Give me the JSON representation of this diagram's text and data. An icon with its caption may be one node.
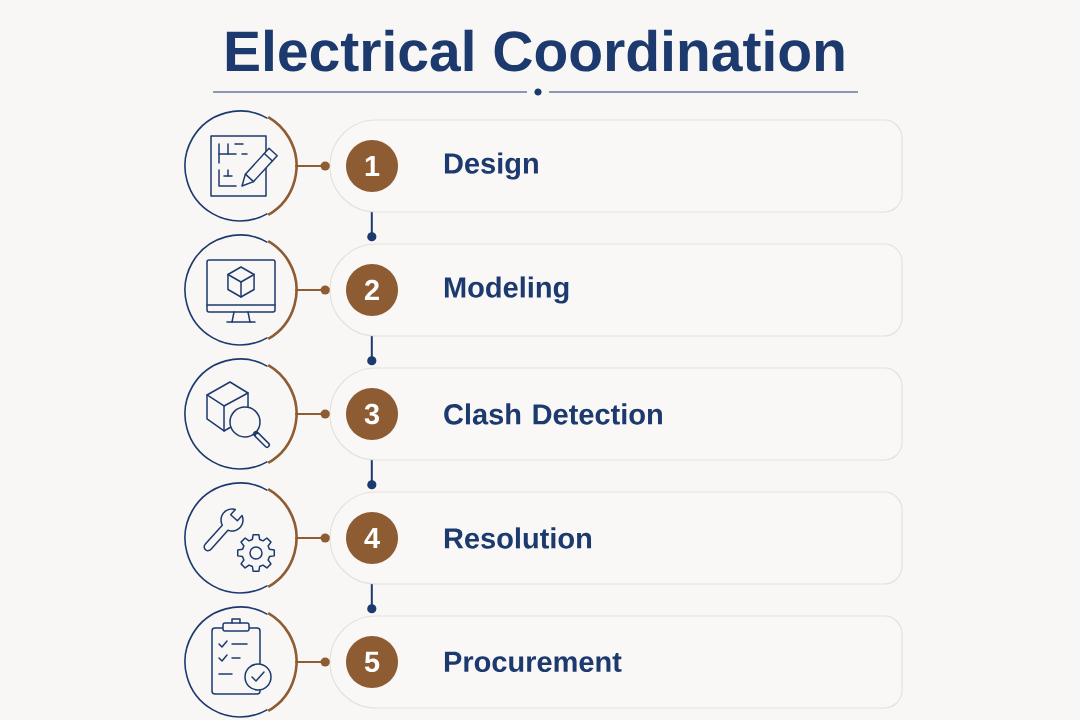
{
  "diagram": {
    "title": "Electrical Coordination",
    "nodes": [
      {
        "text": [],
        "shape": "circle"
      },
      {
        "text": [
          "Design"
        ]
      },
      {
        "text": [
          "1"
        ],
        "in": 1
      },
      {
        "text": [],
        "shape": "circle"
      },
      {
        "text": [
          "Modeling"
        ]
      },
      {
        "text": [
          "2"
        ],
        "in": 4
      },
      {
        "text": [],
        "shape": "circle"
      },
      {
        "text": [
          "Clash Detection"
        ]
      },
      {
        "text": [
          "3"
        ],
        "in": 7
      },
      {
        "text": [],
        "shape": "circle"
      },
      {
        "text": [
          "Resolution"
        ]
      },
      {
        "text": [
          "4"
        ],
        "in": 10
      },
      {
        "text": [],
        "shape": "circle"
      },
      {
        "text": [
          "Procurement"
        ]
      },
      {
        "text": [
          "5"
        ],
        "in": 13
      }
    ],
    "edges": [
      {
        "from": 0,
        "to": 1,
        "arrow": "other"
      },
      {
        "from": 1,
        "to": 4,
        "arrow": "other",
        "color": "#1c3a6e"
      },
      {
        "from": 3,
        "to": 4,
        "arrow": "other"
      },
      {
        "from": 4,
        "to": 7,
        "arrow": "other",
        "color": "#1c3a6e"
      },
      {
        "from": 6,
        "to": 7,
        "arrow": "other"
      },
      {
        "from": 7,
        "to": 10,
        "arrow": "other",
        "color": "#1c3a6e"
      },
      {
        "from": 9,
        "to": 10,
        "arrow": "other"
      },
      {
        "from": 10,
        "to": 13,
        "arrow": "other",
        "color": "#1c3a6e"
      },
      {
        "from": 12,
        "to": 13,
        "arrow": "other"
      }
    ]
  }
}
